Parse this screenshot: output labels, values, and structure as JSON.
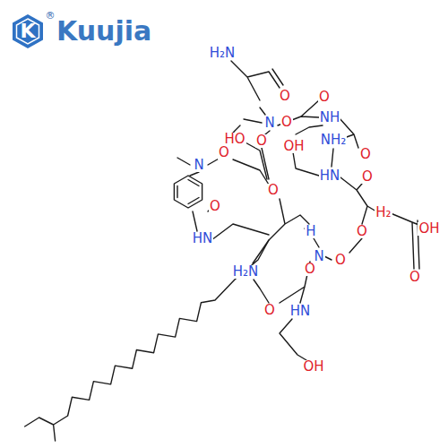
{
  "diagram": {
    "labels": [
      "K",
      "®",
      "Kuujia",
      "H₂N",
      "O",
      "O",
      "N",
      "O",
      "NH",
      "HO",
      "O",
      "OH",
      "NH₂",
      "O",
      "N",
      "O",
      "HN",
      "O",
      "O",
      "O",
      "H₂",
      "OH",
      "O",
      "O",
      "HN",
      "H",
      "N",
      "H₂N",
      "O",
      "O",
      "O",
      "HN",
      "OH"
    ]
  }
}
